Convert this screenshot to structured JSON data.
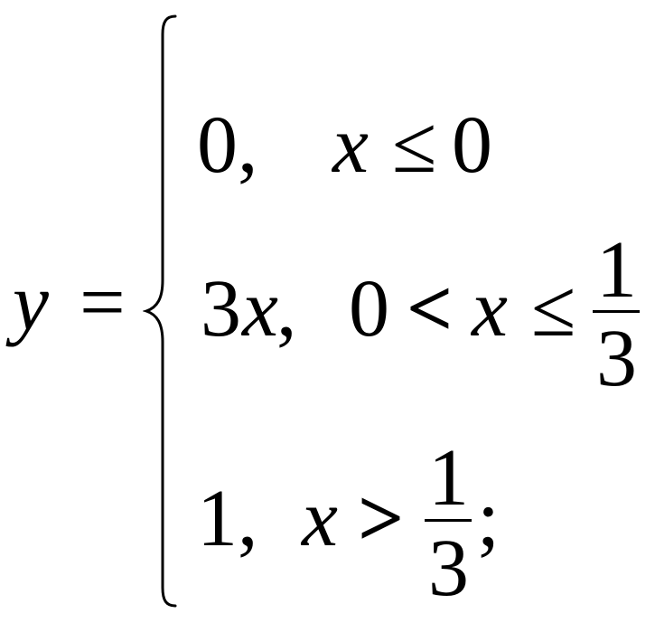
{
  "lhs": {
    "var": "y",
    "eq": "="
  },
  "cases": [
    {
      "value": "0,",
      "cond_var": "x",
      "cond_op": "≤",
      "cond_rhs": "0"
    },
    {
      "value_coef": "3",
      "value_var": "x",
      "value_comma": ",",
      "cond_lhs": "0",
      "cond_op1": "<",
      "cond_var": "x",
      "cond_op2": "≤",
      "frac_num": "1",
      "frac_den": "3"
    },
    {
      "value": "1,",
      "cond_var": "x",
      "cond_op": ">",
      "frac_num": "1",
      "frac_den": "3",
      "end": ";"
    }
  ]
}
